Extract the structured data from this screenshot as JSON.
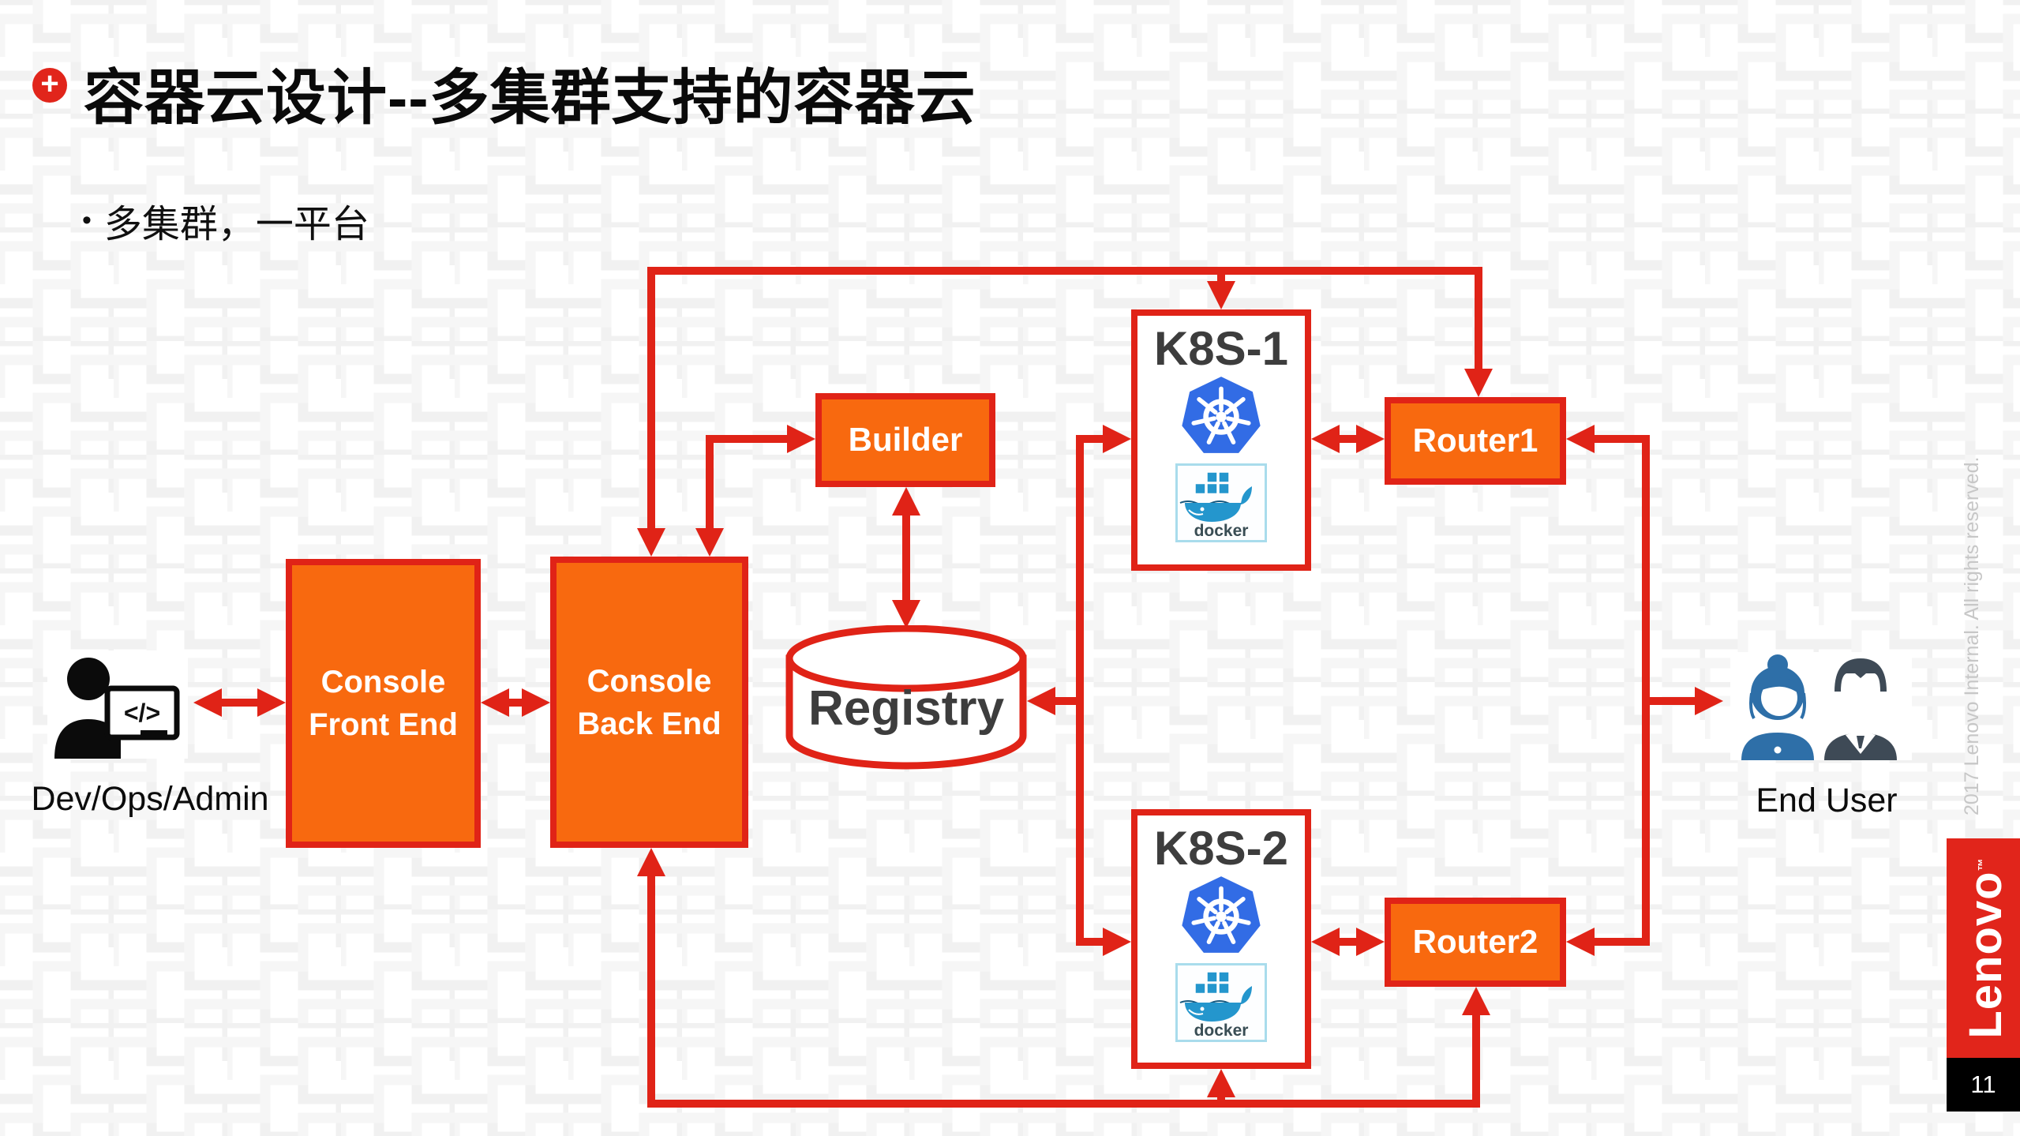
{
  "slide": {
    "title": "容器云设计--多集群支持的容器云",
    "title_bullet_symbol": "+",
    "bullet_marker": "•",
    "bullet_text": "多集群，一平台",
    "copyright_vertical": "2017 Lenovo Internal. All rights reserved.",
    "brand": "Lenovo",
    "brand_tm": "™",
    "page_number": "11"
  },
  "diagram": {
    "nodes": {
      "console_front_end": {
        "line1": "Console",
        "line2": "Front End"
      },
      "console_back_end": {
        "line1": "Console",
        "line2": "Back End"
      },
      "builder": {
        "label": "Builder"
      },
      "registry": {
        "label": "Registry"
      },
      "k8s_1": {
        "label": "K8S-1"
      },
      "k8s_2": {
        "label": "K8S-2"
      },
      "router1": {
        "label": "Router1"
      },
      "router2": {
        "label": "Router2"
      }
    },
    "actors": {
      "dev": {
        "label": "Dev/Ops/Admin",
        "screen_code": "</>"
      },
      "end_user": {
        "label": "End User"
      }
    },
    "logos": {
      "kubernetes_icon": "kubernetes-wheel",
      "docker_label": "docker"
    },
    "colors": {
      "red": "#e02317",
      "orange": "#f8690f",
      "kubernetes_blue": "#326ce5",
      "docker_blue": "#2496cd",
      "docker_dark": "#16587e",
      "docker_text": "#394d54",
      "docker_border": "#a9dcec",
      "dark_label": "#3d3d3d",
      "dev_black": "#0b0b0b",
      "woman_blue": "#2e6fa8",
      "man_gray": "#3e4a56",
      "lenovo_red": "#e1251b",
      "copyright_gray": "#c7c7c7",
      "title_black": "#0a0a0a",
      "pattern_gray": "#f1f1f1"
    }
  }
}
